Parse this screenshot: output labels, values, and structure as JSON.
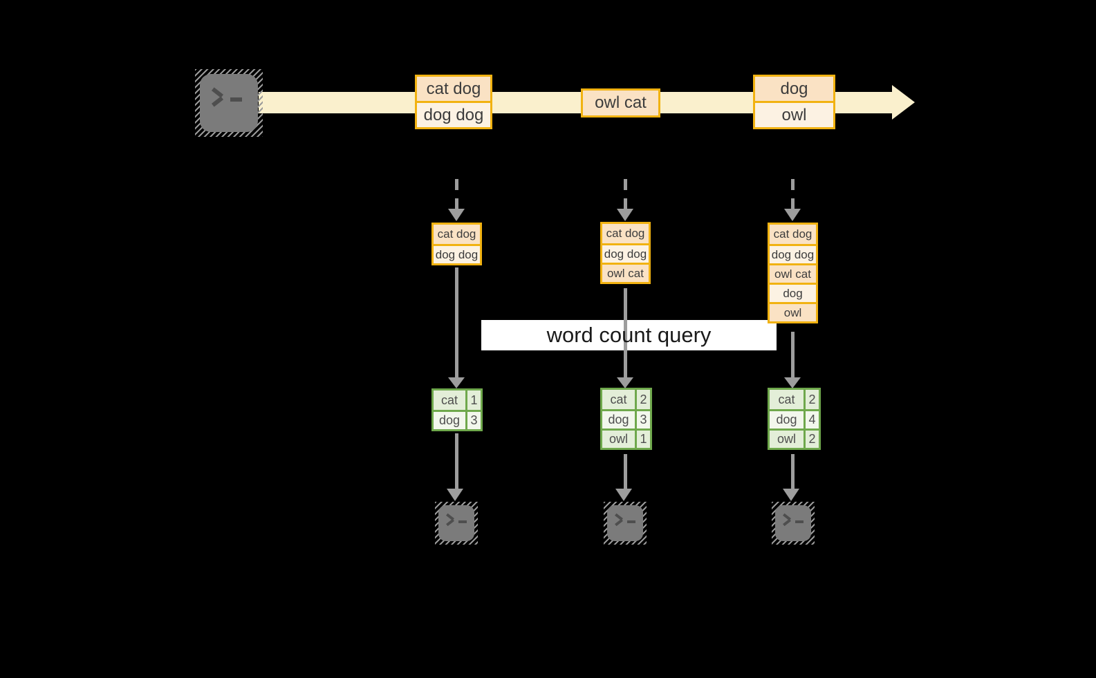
{
  "title": "streaming word count query diagram",
  "colors": {
    "bg": "#000000",
    "stream": "#FAF0CD",
    "borderOrange": "#F1B211",
    "peach": "#FAE2C4",
    "cream": "#FCF2E3",
    "greenBorder": "#6FA84C",
    "greenA": "#E3EED8",
    "greenB": "#F2F7EC",
    "arrowGray": "#9D9D9D",
    "term": "#7B7B7B",
    "glyph": "#4E4E4E",
    "text": "#3C3C3C",
    "queryText": "#1A1A1A",
    "white": "#FFFFFF"
  },
  "query_label": "word count query",
  "stream": {
    "events": [
      {
        "lines": [
          "cat dog",
          "dog dog"
        ]
      },
      {
        "lines": [
          "owl cat"
        ]
      },
      {
        "lines": [
          "dog",
          "owl"
        ]
      }
    ]
  },
  "columns": [
    {
      "buffer": [
        "cat dog",
        "dog dog"
      ],
      "counts": [
        {
          "word": "cat",
          "count": "1"
        },
        {
          "word": "dog",
          "count": "3"
        }
      ]
    },
    {
      "buffer": [
        "cat dog",
        "dog dog",
        "owl cat"
      ],
      "counts": [
        {
          "word": "cat",
          "count": "2"
        },
        {
          "word": "dog",
          "count": "3"
        },
        {
          "word": "owl",
          "count": "1"
        }
      ]
    },
    {
      "buffer": [
        "cat dog",
        "dog dog",
        "owl cat",
        "dog",
        "owl"
      ],
      "counts": [
        {
          "word": "cat",
          "count": "2"
        },
        {
          "word": "dog",
          "count": "4"
        },
        {
          "word": "owl",
          "count": "2"
        }
      ]
    }
  ]
}
